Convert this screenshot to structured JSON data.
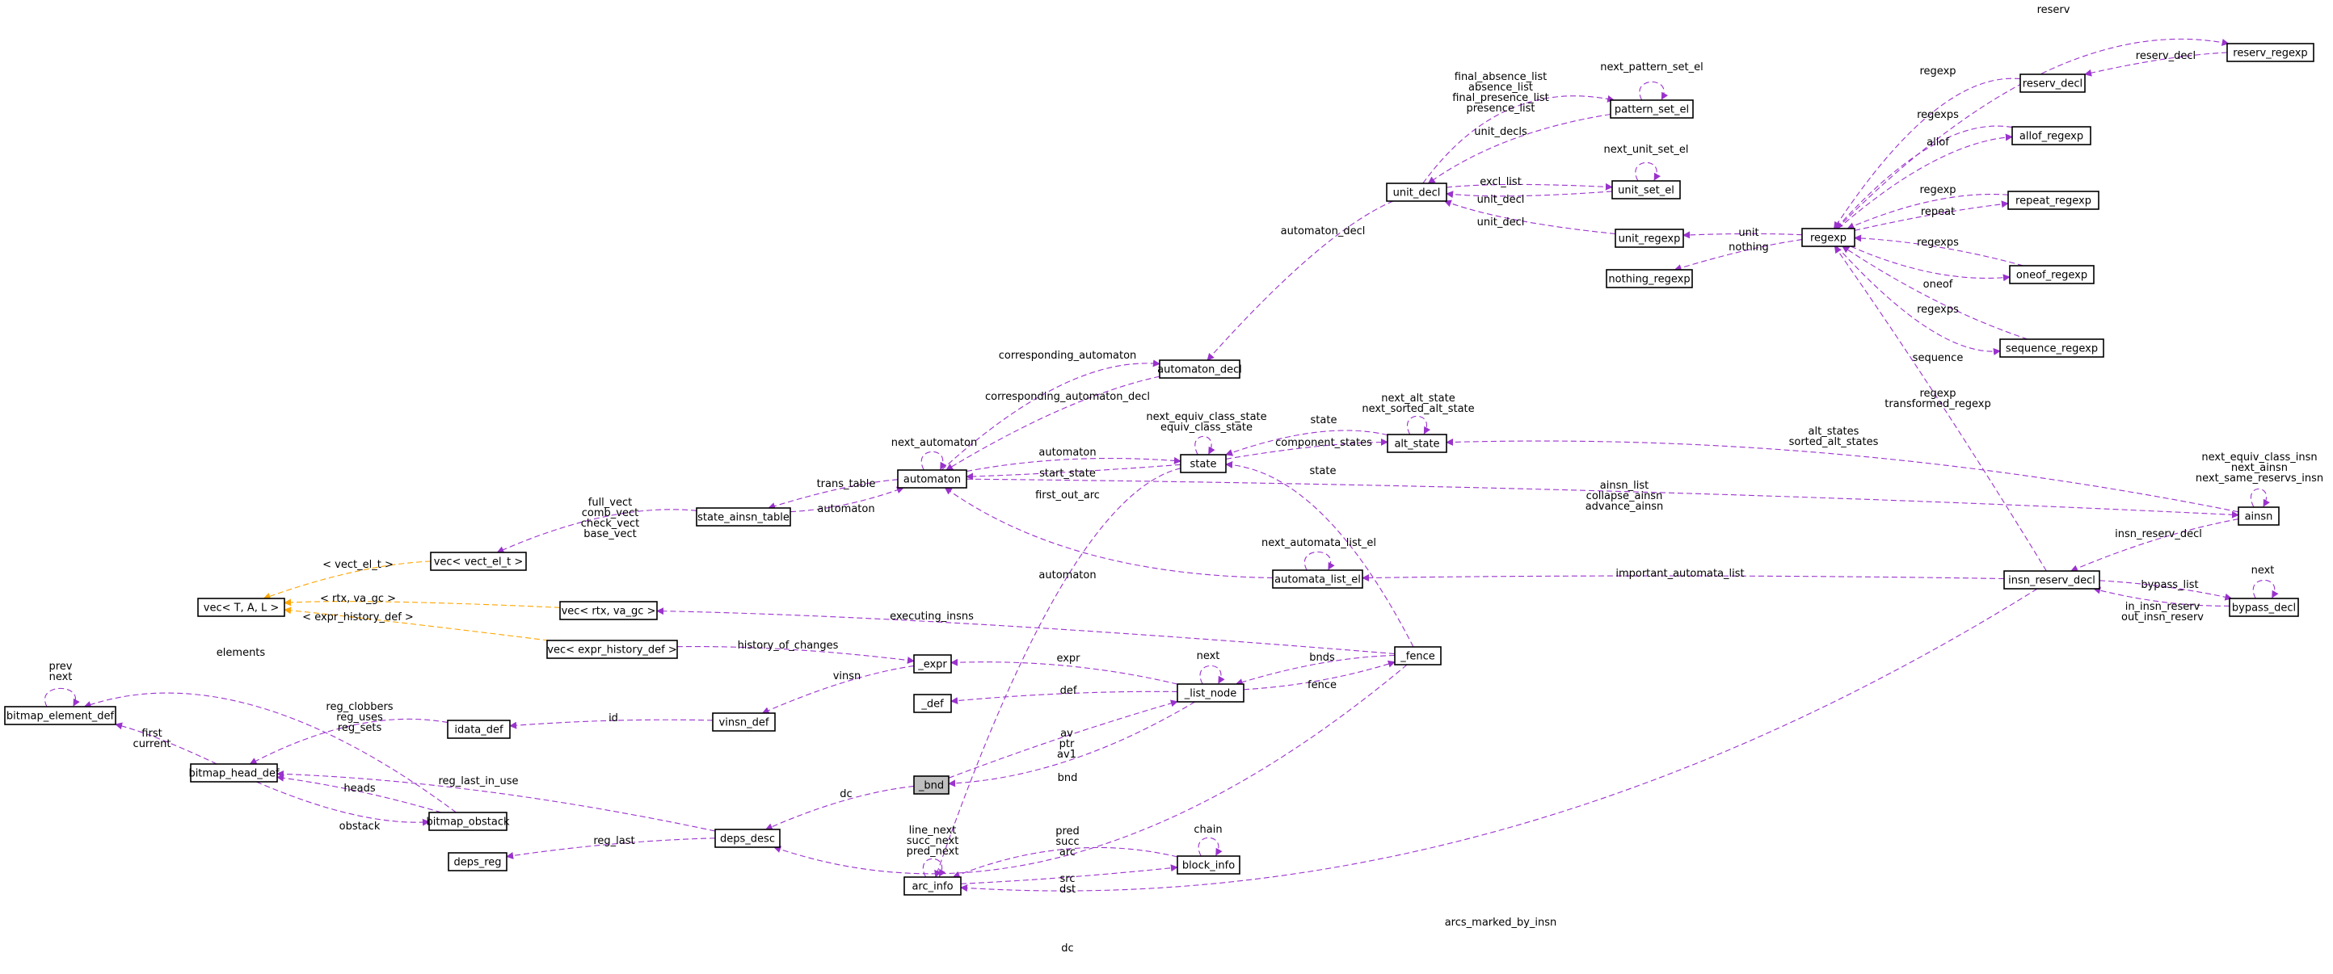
{
  "diagram": {
    "kind": "collaboration-graph",
    "colors": {
      "member_edge": "#9a32cd",
      "template_edge": "#ffa500",
      "highlight_fill": "#bfbfbf",
      "node_border": "#000000"
    },
    "nodes": [
      {
        "id": "bnd",
        "label": "_bnd",
        "highlight": true
      },
      {
        "id": "deps_desc",
        "label": "deps_desc"
      },
      {
        "id": "bitmap_head_def",
        "label": "bitmap_head_def"
      },
      {
        "id": "bitmap_element_def",
        "label": "bitmap_element_def"
      },
      {
        "id": "bitmap_obstack",
        "label": "bitmap_obstack"
      },
      {
        "id": "deps_reg",
        "label": "deps_reg"
      },
      {
        "id": "idata_def",
        "label": "idata_def"
      },
      {
        "id": "vinsn_def",
        "label": "vinsn_def"
      },
      {
        "id": "expr",
        "label": "_expr"
      },
      {
        "id": "def",
        "label": "_def"
      },
      {
        "id": "list_node",
        "label": "_list_node"
      },
      {
        "id": "fence",
        "label": "_fence"
      },
      {
        "id": "vec_vect",
        "label": "vec< vect_el_t >"
      },
      {
        "id": "vec_tal",
        "label": "vec< T, A, L >"
      },
      {
        "id": "vec_rtx",
        "label": "vec< rtx, va_gc >"
      },
      {
        "id": "vec_expr",
        "label": "vec< expr_history_def >"
      },
      {
        "id": "state_ainsn_table",
        "label": "state_ainsn_table"
      },
      {
        "id": "automaton",
        "label": "automaton"
      },
      {
        "id": "state",
        "label": "state"
      },
      {
        "id": "alt_state",
        "label": "alt_state"
      },
      {
        "id": "automaton_decl",
        "label": "automaton_decl"
      },
      {
        "id": "unit_decl",
        "label": "unit_decl"
      },
      {
        "id": "pattern_set_el",
        "label": "pattern_set_el"
      },
      {
        "id": "unit_set_el",
        "label": "unit_set_el"
      },
      {
        "id": "unit_regexp",
        "label": "unit_regexp"
      },
      {
        "id": "nothing_regexp",
        "label": "nothing_regexp"
      },
      {
        "id": "regexp",
        "label": "regexp"
      },
      {
        "id": "reserv_regexp",
        "label": "reserv_regexp"
      },
      {
        "id": "reserv_decl",
        "label": "reserv_decl"
      },
      {
        "id": "allof_regexp",
        "label": "allof_regexp"
      },
      {
        "id": "repeat_regexp",
        "label": "repeat_regexp"
      },
      {
        "id": "oneof_regexp",
        "label": "oneof_regexp"
      },
      {
        "id": "sequence_regexp",
        "label": "sequence_regexp"
      },
      {
        "id": "ainsn",
        "label": "ainsn"
      },
      {
        "id": "insn_reserv_decl",
        "label": "insn_reserv_decl"
      },
      {
        "id": "bypass_decl",
        "label": "bypass_decl"
      },
      {
        "id": "automata_list_el",
        "label": "automata_list_el"
      },
      {
        "id": "arc_info",
        "label": "arc_info"
      },
      {
        "id": "block_info",
        "label": "block_info"
      }
    ],
    "edge_labels": [
      "elements",
      "prev",
      "next",
      "first",
      "current",
      "reg_clobbers",
      "reg_uses",
      "reg_sets",
      "heads",
      "obstack",
      "reg_last_in_use",
      "reg_last",
      "dc",
      "id",
      "vinsn",
      "history_of_changes",
      "expr",
      "def",
      "av",
      "ptr",
      "av1",
      "bnd",
      "next",
      "bnds",
      "fence",
      "executing_insns",
      "state",
      "< vect_el_t >",
      "< rtx, va_gc >",
      "< expr_history_def >",
      "full_vect",
      "comb_vect",
      "check_vect",
      "base_vect",
      "trans_table",
      "automaton",
      "corresponding_automaton",
      "corresponding_automaton_decl",
      "next_automaton",
      "start_state",
      "automaton",
      "first_out_arc",
      "next_equiv_class_state",
      "equiv_class_state",
      "component_states",
      "state",
      "next_alt_state",
      "next_sorted_alt_state",
      "automaton_decl",
      "final_absence_list",
      "absence_list",
      "final_presence_list",
      "presence_list",
      "next_pattern_set_el",
      "unit_decls",
      "next_unit_set_el",
      "excl_list",
      "unit_decl",
      "unit_decl",
      "unit",
      "nothing",
      "reserv",
      "reserv_decl",
      "regexp",
      "regexps",
      "allof",
      "regexp",
      "repeat",
      "regexps",
      "oneof",
      "regexps",
      "sequence",
      "regexp",
      "transformed_regexp",
      "alt_states",
      "sorted_alt_states",
      "ainsn_list",
      "collapse_ainsn",
      "advance_ainsn",
      "next_equiv_class_insn",
      "next_ainsn",
      "next_same_reservs_insn",
      "insn_reserv_decl",
      "next_automata_list_el",
      "important_automata_list",
      "next",
      "bypass_list",
      "in_insn_reserv",
      "out_insn_reserv",
      "automaton",
      "line_next",
      "succ_next",
      "pred_next",
      "pred",
      "succ",
      "arc",
      "chain",
      "src",
      "dst",
      "arcs_marked_by_insn",
      "dc"
    ]
  }
}
